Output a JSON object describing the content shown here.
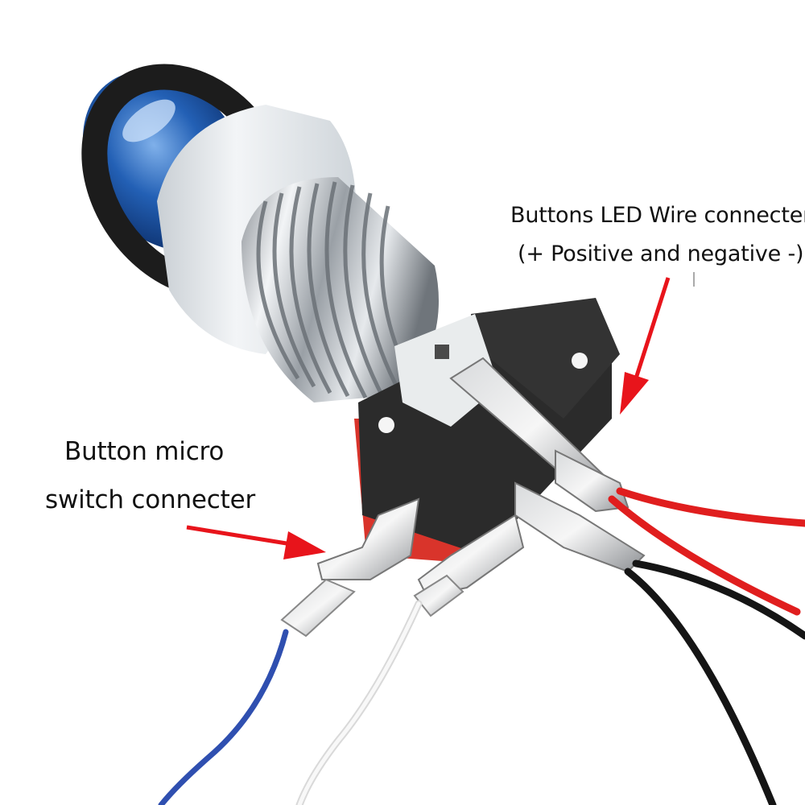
{
  "annotations": {
    "led_connector": {
      "line1": "Buttons LED Wire connecter",
      "line2": "(+ Positive and negative -)"
    },
    "micro_switch_connector": {
      "line1": "Button micro",
      "line2": "switch connecter"
    }
  },
  "colors": {
    "arrow": "#e8141b",
    "button_cap": "#1f5fb0",
    "bezel": "#1c1c1c",
    "housing": "#e9edf0",
    "switch_body": "#2b2b2b",
    "switch_base": "#d9342b",
    "wire_red": "#e01e1e",
    "wire_black": "#151515",
    "wire_blue": "#2f4fb0",
    "wire_white": "#f4f4f4"
  }
}
